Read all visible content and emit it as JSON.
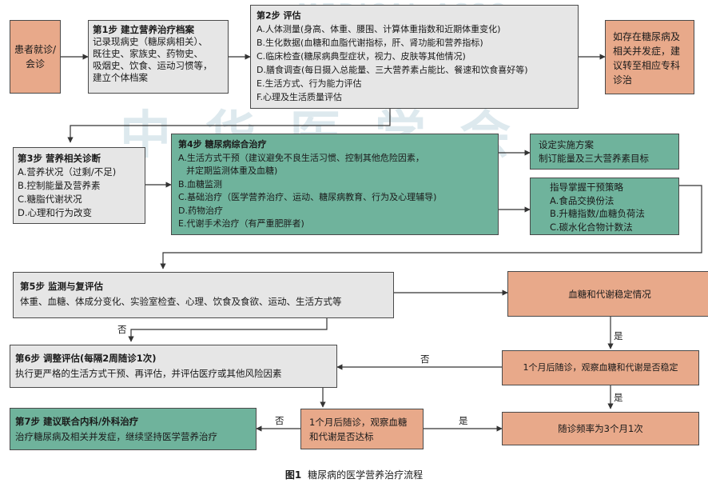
{
  "watermark": {
    "cn": "中 华 医 学 会",
    "en": "MEDICAL ASSO"
  },
  "boxes": {
    "patient": {
      "text": "患者就诊/会诊"
    },
    "step1": {
      "title": "第1步  建立营养治疗档案",
      "lines": [
        "记录现病史（糖尿病相关）、",
        "既往史、家族史、药物史、",
        "吸烟史、饮食、运动习惯等，",
        "建立个体档案"
      ]
    },
    "step2": {
      "title": "第2步  评估",
      "lines": [
        "A.人体测量(身高、体重、腰围、计算体重指数和近期体重变化)",
        "B.生化数据(血糖和血脂代谢指标，肝、肾功能和营养指标)",
        "C.临床检查(糖尿病典型症状，视力、皮肤等其他情况)",
        "D.膳食调查(每日摄入总能量、三大营养素占能比、餐速和饮食喜好等)",
        "E.生活方式、行为能力评估",
        "F.心理及生活质量评估"
      ]
    },
    "referral": {
      "lines": [
        "如存在糖尿病及",
        "相关并发症，建",
        "议转至相应专科",
        "诊治"
      ]
    },
    "step3": {
      "title": "第3步  营养相关诊断",
      "lines": [
        "A.营养状况（过剩/不足)",
        "B.控制能量及营养素",
        "C.糖脂代谢状况",
        "D.心理和行为改变"
      ]
    },
    "step4": {
      "title": "第4步  糖尿病综合治疗",
      "lines": [
        "A.生活方式干预（建议避免不良生活习惯、控制其他危险因素，",
        "并定期监测体重及血糖)",
        "B.血糖监测",
        "C.基础治疗（医学营养治疗、运动、糖尿病教育、行为及心理辅导)",
        "D.药物治疗",
        "E.代谢手术治疗（有严重肥胖者)"
      ]
    },
    "plan": {
      "lines": [
        "设定实施方案",
        "制订能量及三大营养素目标"
      ]
    },
    "strategy": {
      "lines": [
        "指导掌握干预策略",
        "A.食品交换份法",
        "B.升糖指数/血糖负荷法",
        "C.碳水化合物计数法"
      ]
    },
    "step5": {
      "title": "第5步  监测与复评估",
      "lines": [
        "体重、血糖、体成分变化、实验室检查、心理、饮食及食欲、运动、生活方式等"
      ]
    },
    "stable": {
      "text": "血糖和代谢稳定情况"
    },
    "step6": {
      "title": "第6步  调整评估(每隔2周随诊1次)",
      "lines": [
        "执行更严格的生活方式干预、再评估，并评估医疗或其他风险因素"
      ]
    },
    "followup1": {
      "text": "1个月后随诊，观察血糖和代谢是否稳定"
    },
    "step7": {
      "title": "第7步  建议联合内科/外科治疗",
      "lines": [
        "治疗糖尿病及相关并发症，继续坚持医学营养治疗"
      ]
    },
    "followup2": {
      "lines": [
        "1个月后随诊，观察血糖",
        "和代谢是否达标"
      ]
    },
    "freq": {
      "text": "随诊频率为3个月1次"
    }
  },
  "labels": {
    "no": "否",
    "yes": "是"
  },
  "caption": {
    "number": "图1",
    "text": "糖尿病的医学营养治疗流程"
  },
  "colors": {
    "gray": "#e6e6e6",
    "salmon": "#e8a98a",
    "teal": "#6fb39c",
    "line": "#333333"
  }
}
